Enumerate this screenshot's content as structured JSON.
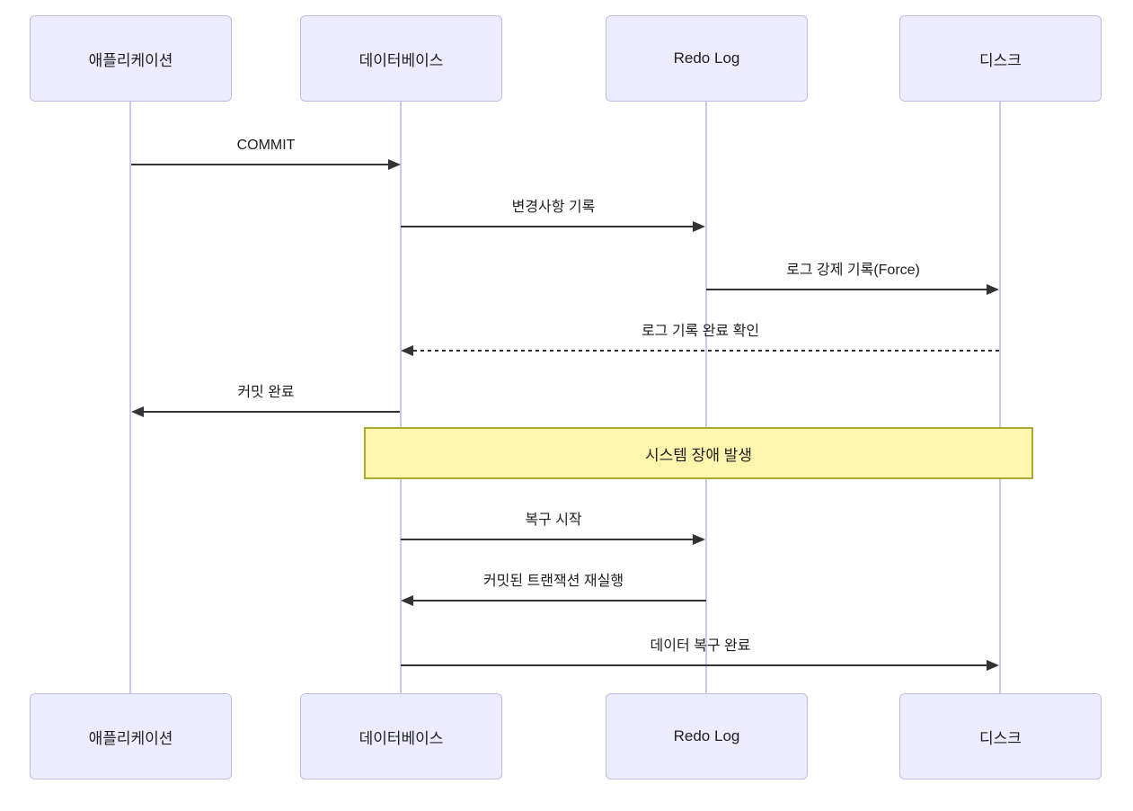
{
  "diagram": {
    "kind": "sequence-diagram",
    "participants": [
      {
        "id": "application",
        "label": "애플리케이션"
      },
      {
        "id": "database",
        "label": "데이터베이스"
      },
      {
        "id": "redolog",
        "label": "Redo Log"
      },
      {
        "id": "disk",
        "label": "디스크"
      }
    ],
    "messages": [
      {
        "from": "애플리케이션",
        "to": "데이터베이스",
        "label": "COMMIT",
        "line": "solid",
        "direction": "right"
      },
      {
        "from": "데이터베이스",
        "to": "Redo Log",
        "label": "변경사항 기록",
        "line": "solid",
        "direction": "right"
      },
      {
        "from": "Redo Log",
        "to": "디스크",
        "label": "로그 강제 기록(Force)",
        "line": "solid",
        "direction": "right"
      },
      {
        "from": "디스크",
        "to": "데이터베이스",
        "label": "로그 기록 완료 확인",
        "line": "dashed",
        "direction": "left"
      },
      {
        "from": "데이터베이스",
        "to": "애플리케이션",
        "label": "커밋 완료",
        "line": "solid",
        "direction": "left"
      },
      {
        "from": "데이터베이스",
        "to": "Redo Log",
        "label": "복구 시작",
        "line": "solid",
        "direction": "right"
      },
      {
        "from": "Redo Log",
        "to": "데이터베이스",
        "label": "커밋된 트랜잭션 재실행",
        "line": "solid",
        "direction": "left"
      },
      {
        "from": "데이터베이스",
        "to": "디스크",
        "label": "데이터 복구 완료",
        "line": "solid",
        "direction": "right"
      }
    ],
    "note": {
      "label": "시스템 장애 발생",
      "over": [
        "데이터베이스",
        "Redo Log",
        "디스크"
      ]
    },
    "colors": {
      "actor_fill": "#ECECFF",
      "actor_border": "#C3BAE8",
      "lifeline": "#CFC8EC",
      "arrow": "#333333",
      "note_fill": "#FFF5AD",
      "note_border": "#AAAA33",
      "text": "#1F1F1F"
    }
  }
}
